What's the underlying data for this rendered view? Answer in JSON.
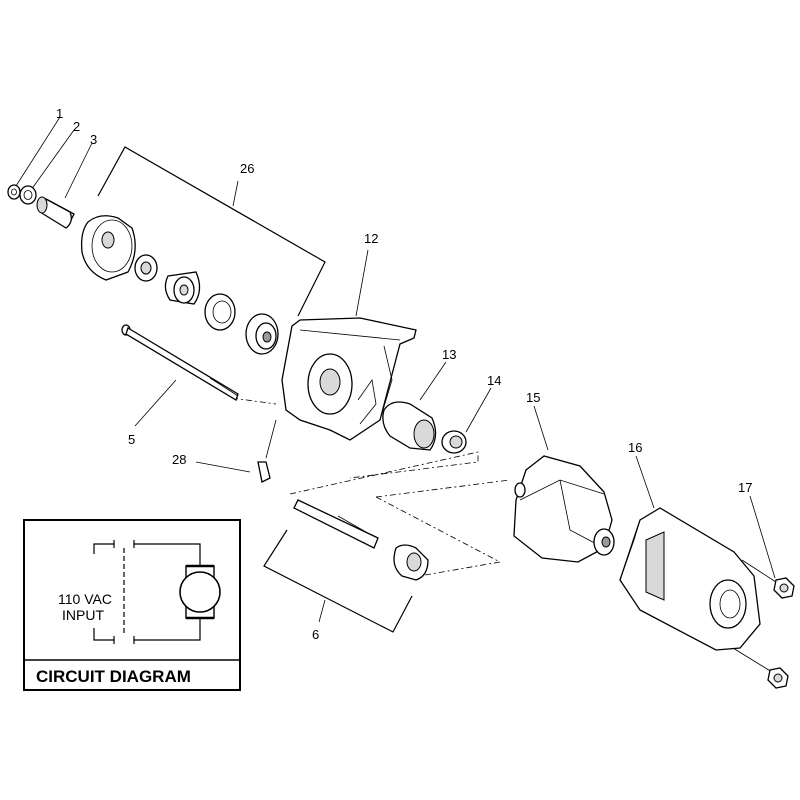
{
  "callouts": {
    "c1": "1",
    "c2": "2",
    "c3": "3",
    "c5": "5",
    "c6": "6",
    "c12": "12",
    "c13": "13",
    "c14": "14",
    "c15": "15",
    "c16": "16",
    "c17": "17",
    "c26": "26",
    "c28": "28"
  },
  "circuit": {
    "input_line1": "110 VAC",
    "input_line2": "INPUT",
    "title": "CIRCUIT DIAGRAM"
  }
}
